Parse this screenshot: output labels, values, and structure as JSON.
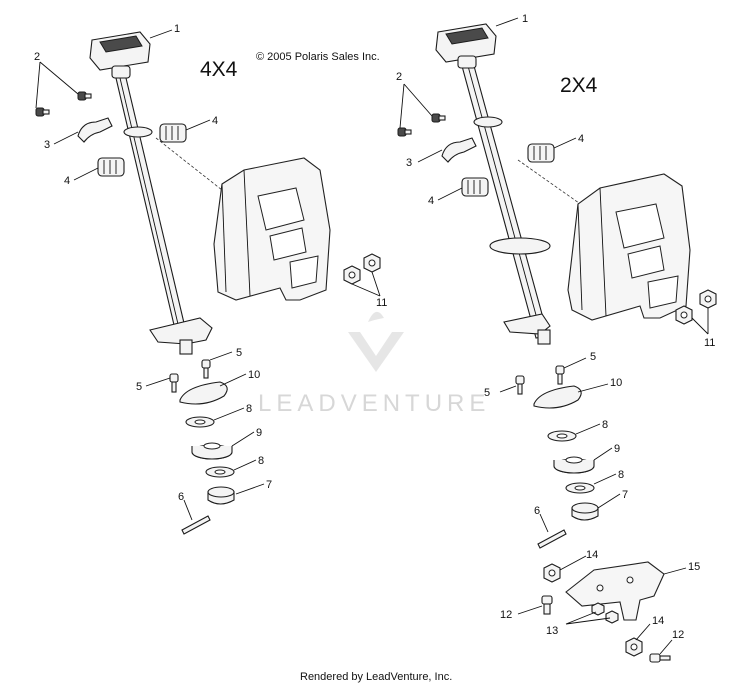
{
  "copyright": "© 2005 Polaris Sales Inc.",
  "left_label": "4X4",
  "right_label": "2X4",
  "watermark": "LEADVENTURE",
  "footer": "Rendered by LeadVenture, Inc.",
  "callouts": {
    "left": {
      "c1": "1",
      "c2": "2",
      "c3": "3",
      "c4a": "4",
      "c4b": "4",
      "c5a": "5",
      "c5b": "5",
      "c10": "10",
      "c8a": "8",
      "c9": "9",
      "c8b": "8",
      "c7": "7",
      "c6": "6",
      "c11": "11"
    },
    "right": {
      "c1": "1",
      "c2": "2",
      "c3": "3",
      "c4a": "4",
      "c4b": "4",
      "c5a": "5",
      "c5b": "5",
      "c10": "10",
      "c8a": "8",
      "c9": "9",
      "c8b": "8",
      "c7": "7",
      "c6": "6",
      "c11": "11",
      "c14a": "14",
      "c15": "15",
      "c12a": "12",
      "c13": "13",
      "c14b": "14",
      "c12b": "12"
    }
  }
}
